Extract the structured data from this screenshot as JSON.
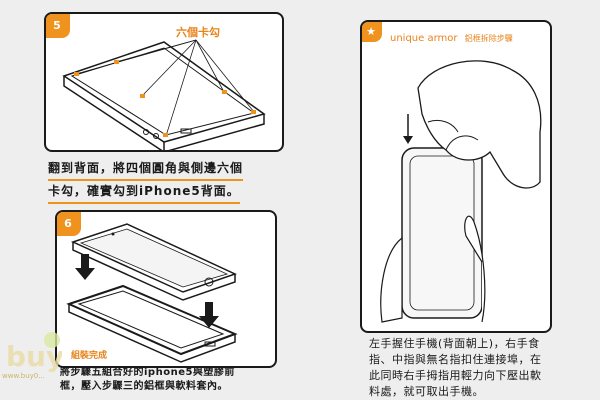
{
  "step5": {
    "number": "5",
    "label": "六個卡勾",
    "caption_line1": "翻到背面，將四個圓角與側邊六個",
    "caption_line2": "卡勾，確實勾到iPhone5背面。"
  },
  "step6": {
    "number": "6",
    "label": "組裝完成",
    "caption_line1": "將步驟五組合好的iphone5與塑膠前",
    "caption_line2": "框，壓入步驟三的鋁框與軟料套內。"
  },
  "unique_armor": {
    "star": "★",
    "title": "unique armor",
    "subtitle": "鋁框拆除步驟",
    "caption_line1": "左手握住手機(背面朝上)，右手食",
    "caption_line2": "指、中指與無名指扣住連接埠，在",
    "caption_line3": "此同時右手拇指用輕力向下壓出軟",
    "caption_line4": "料處，就可取出手機。"
  },
  "watermark": {
    "logo": "buy",
    "url": "www.buy0..."
  },
  "colors": {
    "accent": "#f0921e",
    "line": "#1a1a1a"
  }
}
